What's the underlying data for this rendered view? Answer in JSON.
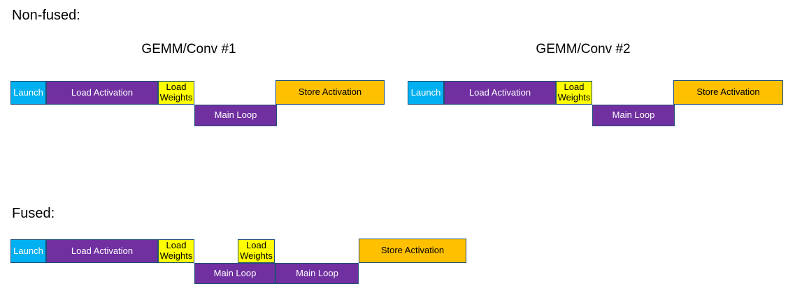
{
  "headings": {
    "non_fused": "Non-fused:",
    "fused": "Fused:"
  },
  "colors": {
    "launch_fill": "#00B0F0",
    "load_activation_fill": "#7030A0",
    "load_weights_fill": "#FFFF00",
    "main_loop_fill": "#7030A0",
    "store_activation_fill": "#FFC000",
    "block_border": "#1F4E79",
    "light_text": "#FFFFFF",
    "dark_text": "#000000"
  },
  "non_fused": {
    "kernels": [
      {
        "title": "GEMM/Conv #1",
        "blocks": {
          "launch": "Launch",
          "load_activation": "Load Activation",
          "load_weights": "Load Weights",
          "main_loop": "Main Loop",
          "store_activation": "Store Activation"
        }
      },
      {
        "title": "GEMM/Conv #2",
        "blocks": {
          "launch": "Launch",
          "load_activation": "Load Activation",
          "load_weights": "Load Weights",
          "main_loop": "Main Loop",
          "store_activation": "Store Activation"
        }
      }
    ]
  },
  "fused": {
    "blocks": {
      "launch": "Launch",
      "load_activation": "Load Activation",
      "load_weights_1": "Load Weights",
      "main_loop_1": "Main Loop",
      "load_weights_2": "Load Weights",
      "main_loop_2": "Main Loop",
      "store_activation": "Store Activation"
    }
  }
}
